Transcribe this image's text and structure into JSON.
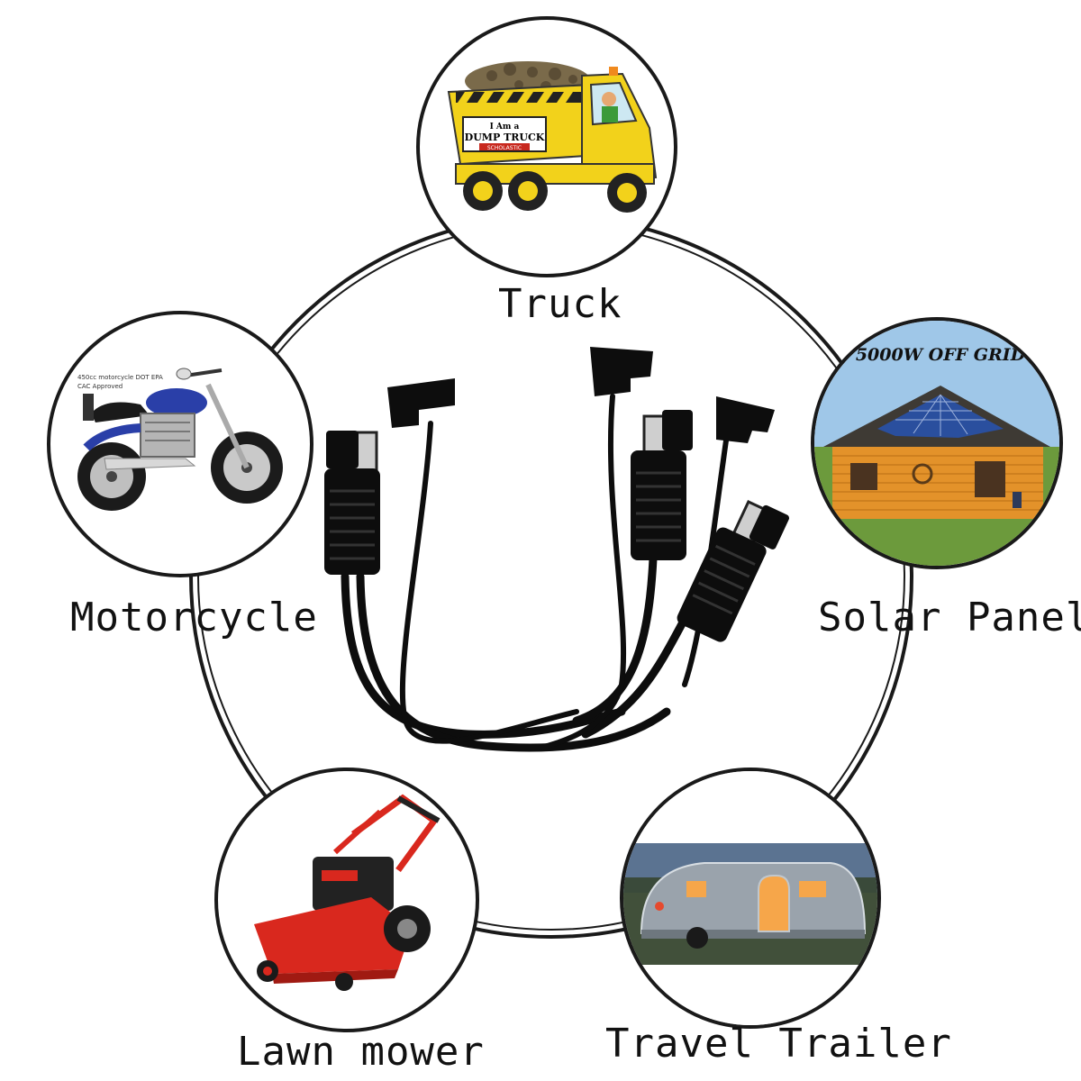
{
  "center": {
    "product": "SAE cable"
  },
  "applications": [
    {
      "id": "truck",
      "label": "Truck"
    },
    {
      "id": "motorcycle",
      "label": "Motorcycle"
    },
    {
      "id": "solar",
      "label": "Solar Panel"
    },
    {
      "id": "mower",
      "label": "Lawn mower"
    },
    {
      "id": "trailer",
      "label": "Travel Trailer"
    }
  ],
  "truck_sign": {
    "line1": "I Am a",
    "line2": "DUMP TRUCK",
    "brand": "SCHOLASTIC"
  },
  "solar_caption": "5000W OFF GRID",
  "moto_caption": {
    "line1": "450cc motorcycle DOT EPA",
    "line2": "CAC Approved"
  },
  "colors": {
    "truck_yellow": "#f2d21b",
    "mower_red": "#d9281e",
    "house_orange": "#e3922a",
    "panel_blue": "#2a4f9e",
    "sky": "#9fc7e8",
    "cable": "#0d0d0d"
  }
}
